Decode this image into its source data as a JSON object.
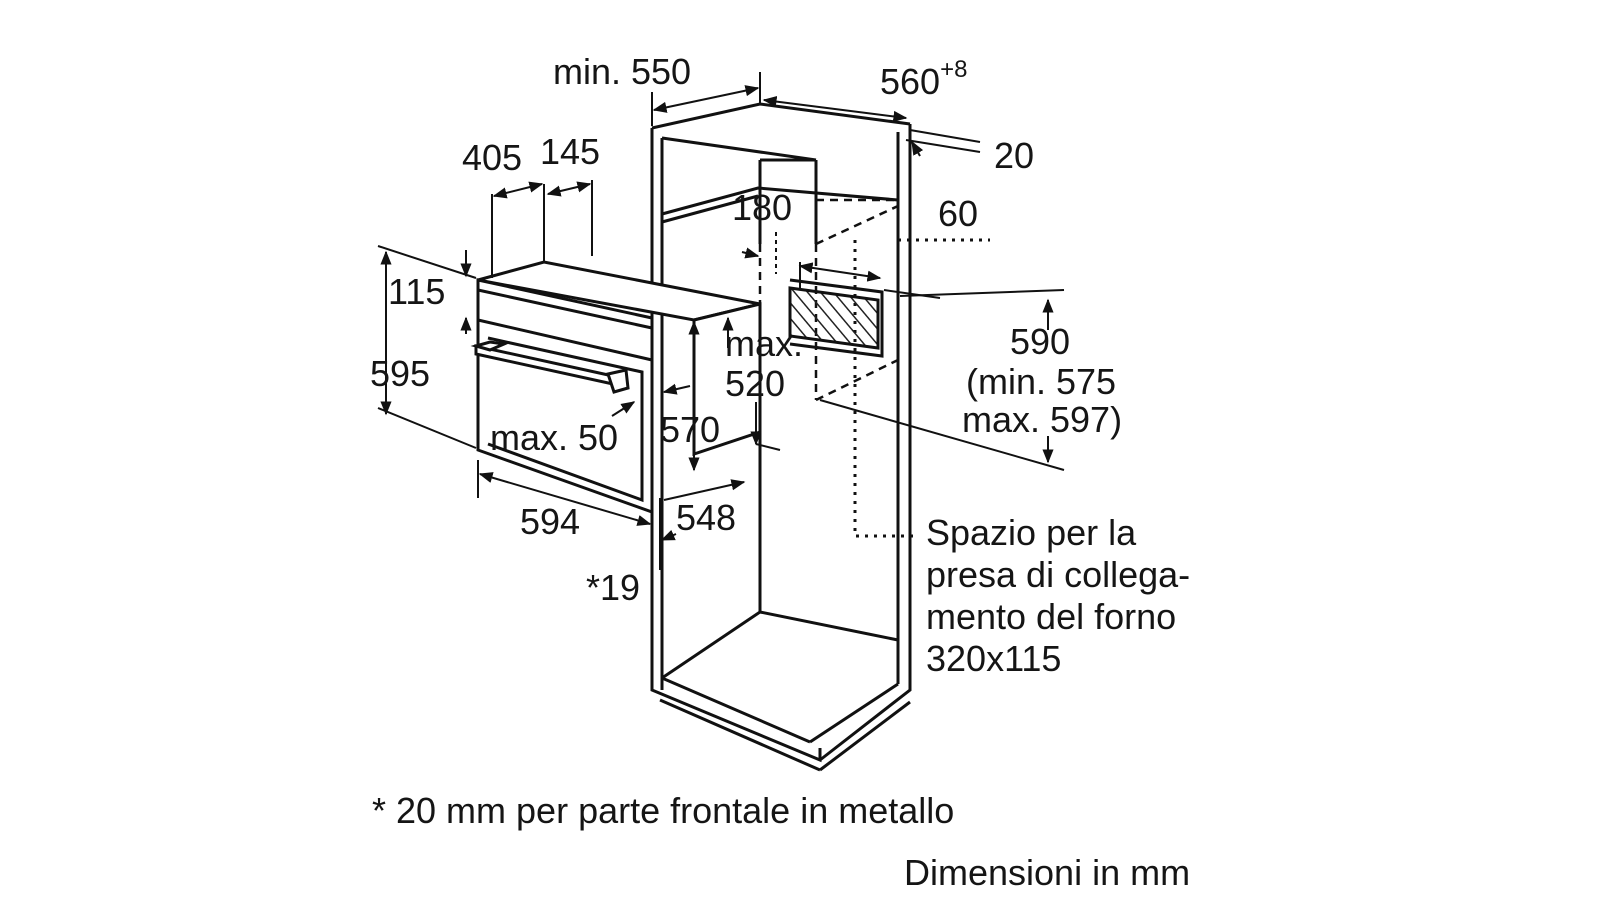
{
  "dimensions": {
    "min_550": "min. 550",
    "w560": "560",
    "w560_tol": "+8",
    "d20": "20",
    "d405": "405",
    "d145": "145",
    "d180": "180",
    "d60": "60",
    "d115": "115",
    "d595": "595",
    "max_label": "max.",
    "d520": "520",
    "d590": "590",
    "min575": "(min. 575",
    "max597": "max. 597)",
    "max50": "max. 50",
    "d570": "570",
    "d594": "594",
    "d548": "548",
    "d19": "*19"
  },
  "notes": {
    "socket_line1": "Spazio per la",
    "socket_line2": "presa di collega-",
    "socket_line3": "mento del forno",
    "socket_line4": "320x115",
    "footnote": "* 20 mm per parte frontale in metallo",
    "units": "Dimensioni in mm"
  }
}
